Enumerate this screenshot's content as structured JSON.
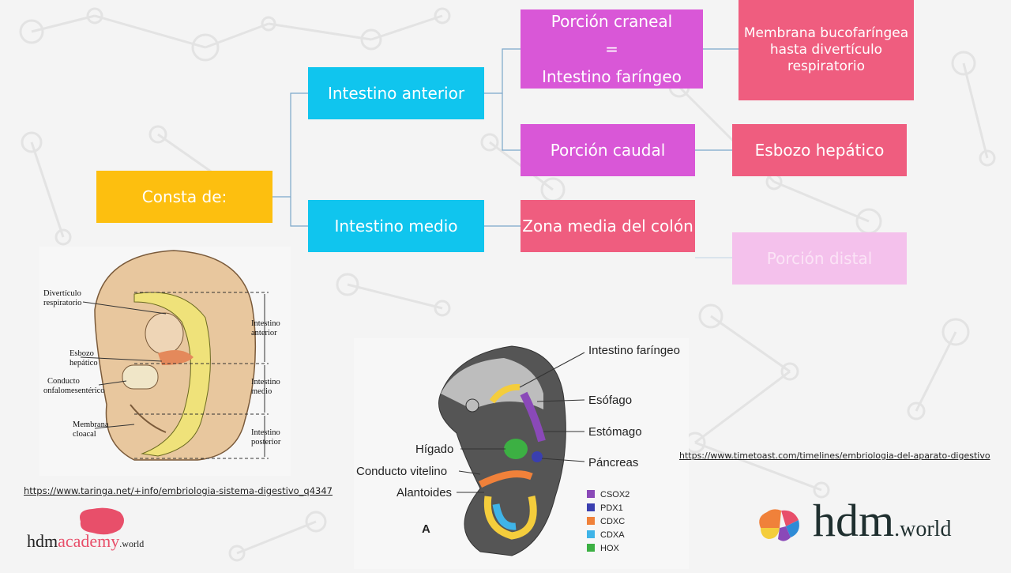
{
  "diagram": {
    "root": "Consta de:",
    "anterior": "Intestino anterior",
    "medio": "Intestino medio",
    "craneal_l1": "Porción craneal",
    "craneal_l2": "=",
    "craneal_l3": "Intestino faríngeo",
    "caudal": "Porción caudal",
    "membrana": "Membrana bucofaríngea hasta divertículo respiratorio",
    "esbozo": "Esbozo hepático",
    "zona_media": "Zona media del colón",
    "distal": "Porción distal"
  },
  "colors": {
    "yellow": "#fdbf0f",
    "cyan": "#10c5ee",
    "magenta": "#d957d7",
    "pink": "#ef5d7f",
    "faint": "#f4c1ec"
  },
  "figure_left": {
    "labels": [
      "Divertículo",
      "respiratorio",
      "Esbozo",
      "hepático",
      "Conducto",
      "onfalomesentérico",
      "Membrana",
      "cloacal",
      "Intestino",
      "anterior",
      "Intestino",
      "medio",
      "Intestino",
      "posterior"
    ],
    "source": "https://www.taringa.net/+info/embriologia-sistema-digestivo_q4347"
  },
  "figure_right": {
    "labels": [
      "Intestino faríngeo",
      "Esófago",
      "Estómago",
      "Páncreas",
      "Hígado",
      "Conducto vitelino",
      "Alantoides",
      "A"
    ],
    "legend": [
      {
        "label": "CSOX2",
        "color": "#8a49b8"
      },
      {
        "label": "PDX1",
        "color": "#3a3fb0"
      },
      {
        "label": "CDXC",
        "color": "#f0813a"
      },
      {
        "label": "CDXA",
        "color": "#3fb4e8"
      },
      {
        "label": "HOX",
        "color": "#3cb043"
      }
    ],
    "source": "https://www.timetoast.com/timelines/embriologia-del-aparato-digestivo"
  },
  "logos": {
    "academy_prefix": "hdm",
    "academy_word": "academy",
    "academy_suffix": ".world",
    "world_main": "hdm",
    "world_suffix": ".world"
  }
}
